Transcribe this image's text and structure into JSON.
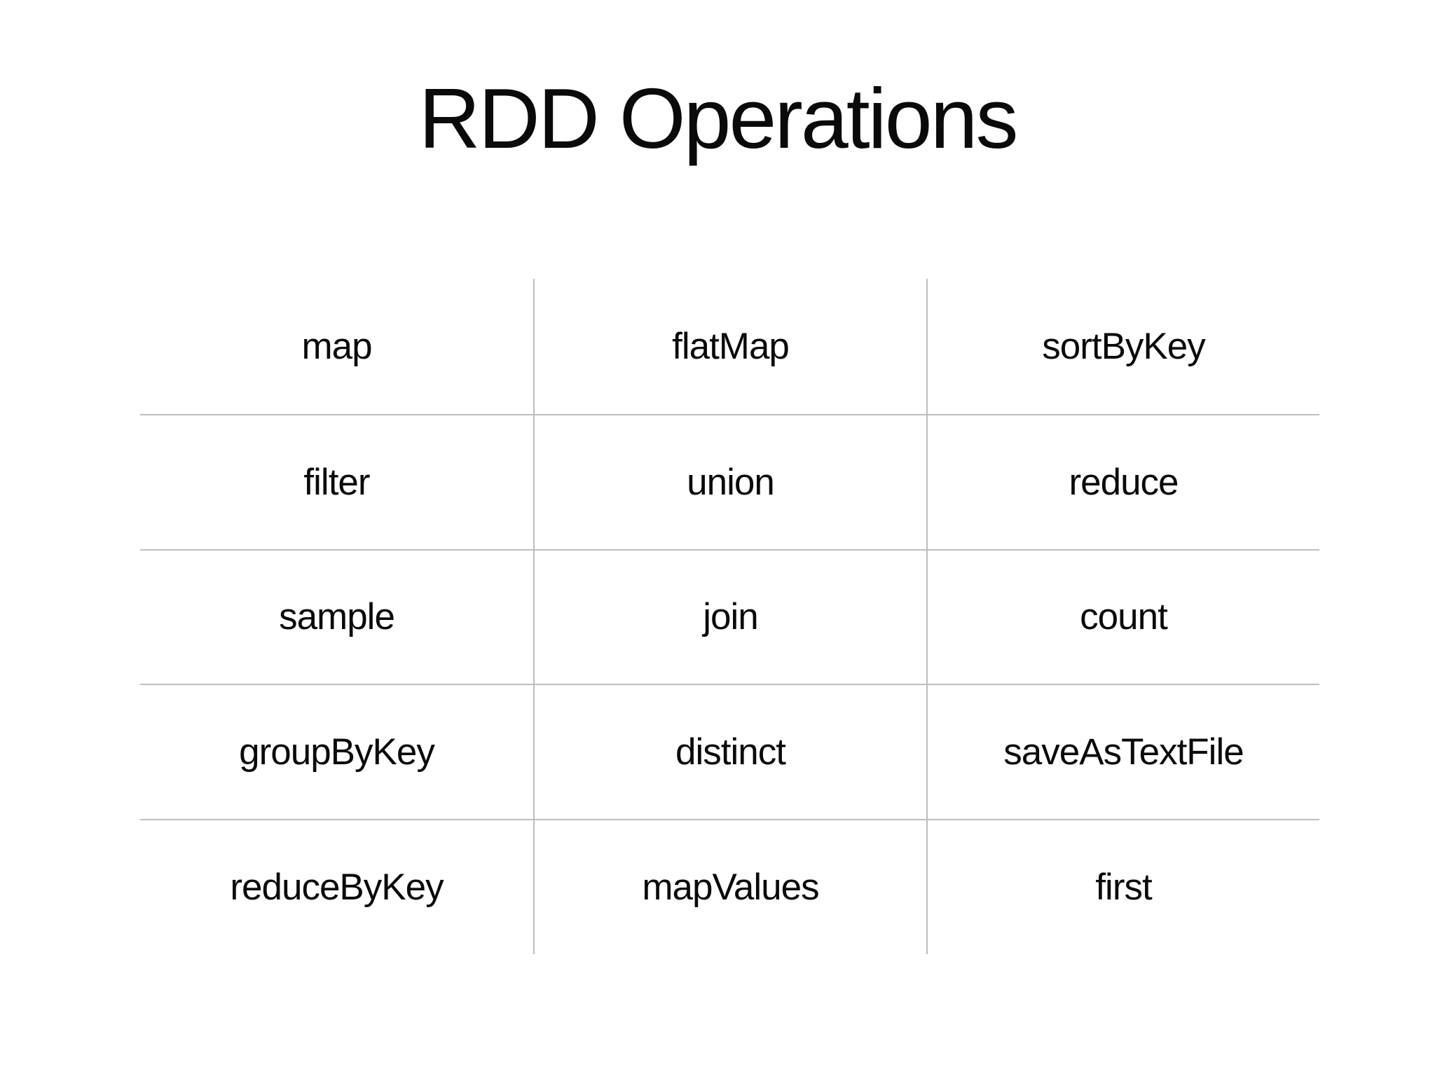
{
  "slide": {
    "title": "RDD Operations",
    "table": {
      "columns": 3,
      "row_count": 5,
      "rows": [
        [
          "map",
          "flatMap",
          "sortByKey"
        ],
        [
          "filter",
          "union",
          "reduce"
        ],
        [
          "sample",
          "join",
          "count"
        ],
        [
          "groupByKey",
          "distinct",
          "saveAsTextFile"
        ],
        [
          "reduceByKey",
          "mapValues",
          "first"
        ]
      ]
    },
    "colors": {
      "background": "#ffffff",
      "text": "#0a0a0a",
      "grid_line": "#bdbdbd"
    }
  }
}
